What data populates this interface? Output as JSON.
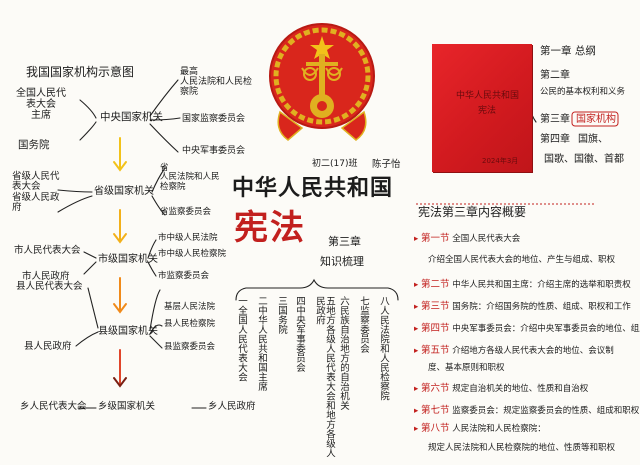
{
  "left": {
    "heading": "我国国家机构示意图",
    "national_congress": "全国人民代\n表大会\n主席",
    "state_council": "国务院",
    "central": "中央国家机关",
    "supreme_court": "最高\n人民法院和人民检\n察院",
    "supervision_central": "国家监察委员会",
    "military_central": "中央军事委员会",
    "provincial_congress": "省级人民代\n表大会\n省级人民政\n府",
    "provincial": "省级国家机关",
    "provincial_right_1": "省\n人民法院和人民\n检察院",
    "provincial_right_2": "省监察委员会",
    "city_congress": "市人民代表大会",
    "city_gov": "市人民政府",
    "city": "市级国家机关",
    "city_right_1": "市中级人民法院",
    "city_right_2": "市中级人民检察院",
    "city_right_3": "市监察委员会",
    "county_congress": "县人民代表大会",
    "county_gov": "县人民政府",
    "county": "县级国家机关",
    "county_right_1": "基层人民法院",
    "county_right_2": "县人民检察院",
    "county_right_3": "县监察委员会",
    "township_congress": "乡人民代表大会",
    "township": "乡级国家机关",
    "township_gov": "乡人民政府"
  },
  "center": {
    "signature": "陈子怡",
    "class_no": "初二(17)班",
    "title_line1": "中华人民共和国",
    "title_line2": "宪法",
    "chapter_label": "第三章",
    "chapter_sub": "知识梳理",
    "columns": [
      "一全国人民代表大会",
      "二中华人民共和国主席",
      "三国务院",
      "四中央军事委员会",
      "五地方各级人民代表大会和地方各级人民政府",
      "六民族自治地方的自治机关",
      "七监察委员会",
      "八人民法院和人民检察院"
    ]
  },
  "book": {
    "cover_line1": "中华人民共和国",
    "cover_line2": "宪法",
    "cover_date": "2024年3月"
  },
  "chapters": {
    "c1": "第一章 总纲",
    "c2": "第二章",
    "c2_sub": "公民的基本权利和义务",
    "c3": "第三章",
    "c3_sub": "国家机构",
    "c4": "第四章",
    "c4_sub": "国旗、",
    "c4_sub2": "国歌、国徽、首都"
  },
  "right": {
    "heading": "宪法第三章内容概要",
    "items": [
      {
        "label": "第一节",
        "text": "全国人民代表大会"
      },
      {
        "label": "",
        "text": "介绍全国人民代表大会的地位、产生与组成、职权"
      },
      {
        "label": "第二节",
        "text": "中华人民共和国主席：介绍主席的选举和职责权"
      },
      {
        "label": "第三节",
        "text": "国务院：介绍国务院的性质、组成、职权和工作"
      },
      {
        "label": "第四节",
        "text": "中央军事委员会：介绍中央军事委员会的地位、组成和职权"
      },
      {
        "label": "第五节",
        "text": "介绍地方各级人民代表大会的地位、会议制"
      },
      {
        "label": "",
        "text": "度、基本原则和职权"
      },
      {
        "label": "第六节",
        "text": "规定自治机关的地位、性质和自治权"
      },
      {
        "label": "第七节",
        "text": "监察委员会：规定监察委员会的性质、组成和职权"
      },
      {
        "label": "第八节",
        "text": "人民法院和人民检察院："
      },
      {
        "label": "",
        "text": "规定人民法院和人民检察院的地位、性质等和职权"
      }
    ]
  },
  "colors": {
    "accent": "#c2201e",
    "emblem_red": "#d9261c",
    "emblem_gold": "#e0b020",
    "arrow_yellow": "#f2c21a",
    "arrow_orange": "#f08a1a",
    "arrow_red": "#e0452a",
    "arrow_dark": "#7a1e12"
  }
}
